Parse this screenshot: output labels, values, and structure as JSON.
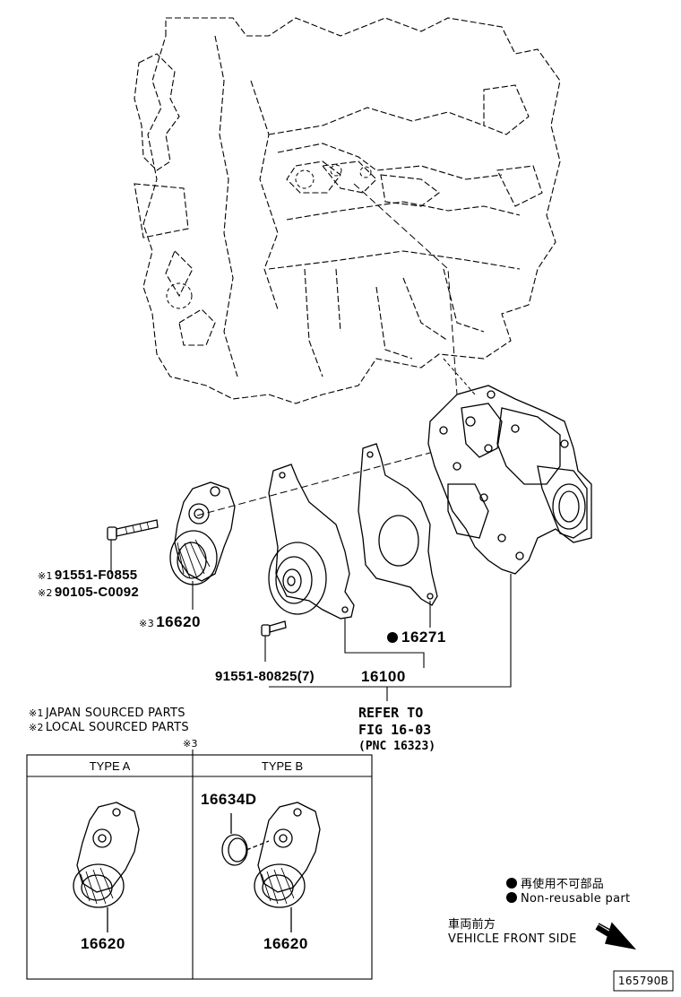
{
  "callouts": {
    "bolt_main": {
      "mark1": "※1",
      "pn1": "91551-F0855",
      "mark2": "※2",
      "pn2": "90105-C0092"
    },
    "tensioner": {
      "mark": "※3",
      "pn": "16620"
    },
    "gasket": {
      "pn": "16271"
    },
    "bolt_small": {
      "pn": "91551-80825(7)"
    },
    "water_pump": {
      "pn": "16100"
    },
    "refer": {
      "line1": "REFER TO",
      "line2": "FIG 16-03",
      "line3": "(PNC 16323)"
    }
  },
  "notes": [
    {
      "mark": "※1",
      "text": "JAPAN SOURCED PARTS"
    },
    {
      "mark": "※2",
      "text": "LOCAL SOURCED PARTS"
    }
  ],
  "variants": {
    "mark": "※3",
    "type_a": {
      "header": "TYPE A",
      "pn": "16620"
    },
    "type_b": {
      "header": "TYPE B",
      "pn": "16620",
      "cap_pn": "16634D"
    }
  },
  "legend": {
    "jp": "再使用不可部品",
    "en": "Non-reusable part"
  },
  "front": {
    "jp": "車両前方",
    "en": "VEHICLE FRONT SIDE"
  },
  "figure_id": "165790B",
  "colors": {
    "ink": "#000000",
    "paper": "#ffffff"
  }
}
